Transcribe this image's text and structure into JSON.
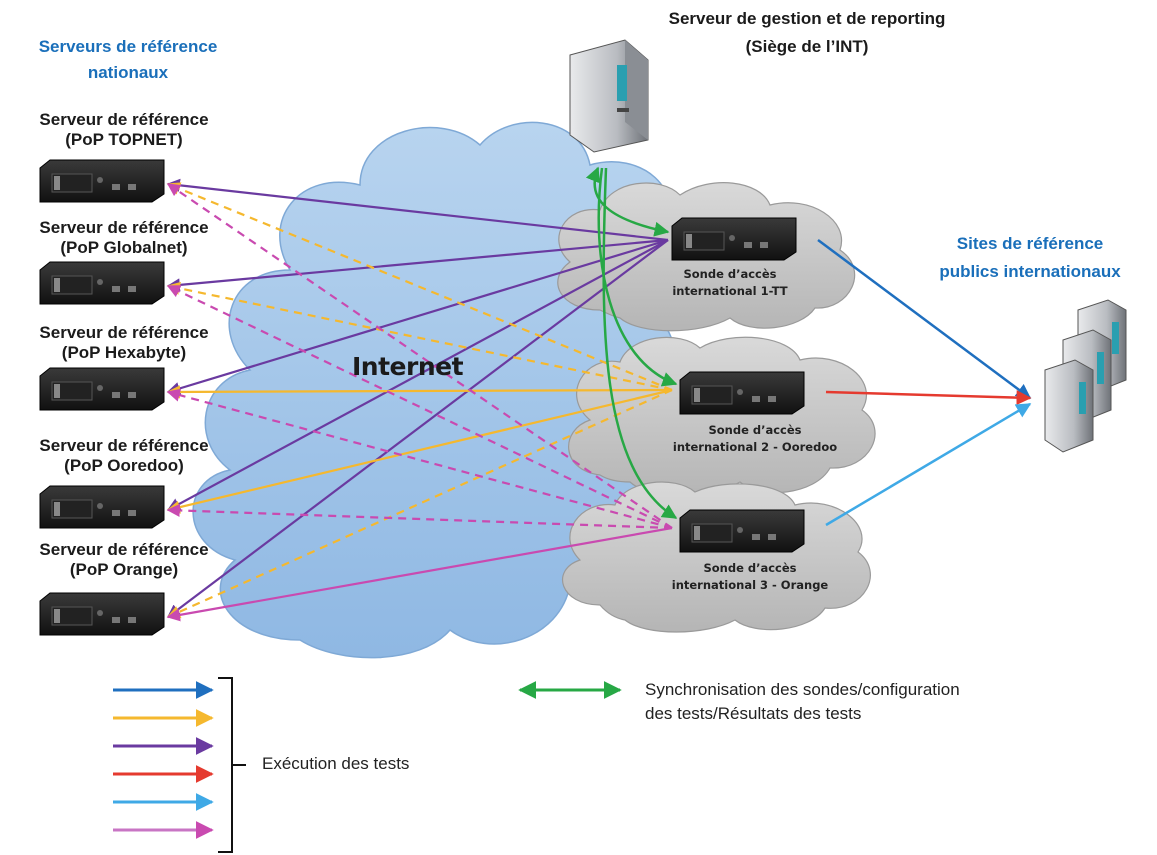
{
  "header": {
    "national_title_line1": "Serveurs  de référence",
    "national_title_line2": "nationaux",
    "management_line1": "Serveur  de gestion et de reporting",
    "management_line2": "(Siège de l’INT)",
    "intl_title_line1": "Sites  de référence",
    "intl_title_line2": "publics internationaux"
  },
  "cloud_label": "Internet",
  "reference_servers": [
    {
      "line1": "Serveur  de référence",
      "line2": "(PoP TOPNET)"
    },
    {
      "line1": "Serveur  de référence",
      "line2": "(PoP Globalnet)"
    },
    {
      "line1": "Serveur  de référence",
      "line2": "(PoP Hexabyte)"
    },
    {
      "line1": "Serveur  de référence",
      "line2": "(PoP Ooredoo)"
    },
    {
      "line1": "Serveur  de référence",
      "line2": "(PoP Orange)"
    }
  ],
  "probes": [
    {
      "line1": "Sonde d’accès",
      "line2": "international 1-TT",
      "color": "#6a3aa0"
    },
    {
      "line1": "Sonde d’accès",
      "line2": "international 2 - Ooredoo",
      "color": "#f5b82e"
    },
    {
      "line1": "Sonde d’accès",
      "line2": "international 3 - Orange",
      "color": "#c94ab0"
    }
  ],
  "legend": {
    "sync_line1": "Synchronisation des sondes/configuration",
    "sync_line2": "des tests/Résultats des tests",
    "tests_label": "Exécution des tests",
    "colors": [
      "#1f6fbf",
      "#f5b82e",
      "#6a3aa0",
      "#e53a2f",
      "#3fa9e6",
      "#c875c4"
    ],
    "sync_color": "#27a845"
  }
}
